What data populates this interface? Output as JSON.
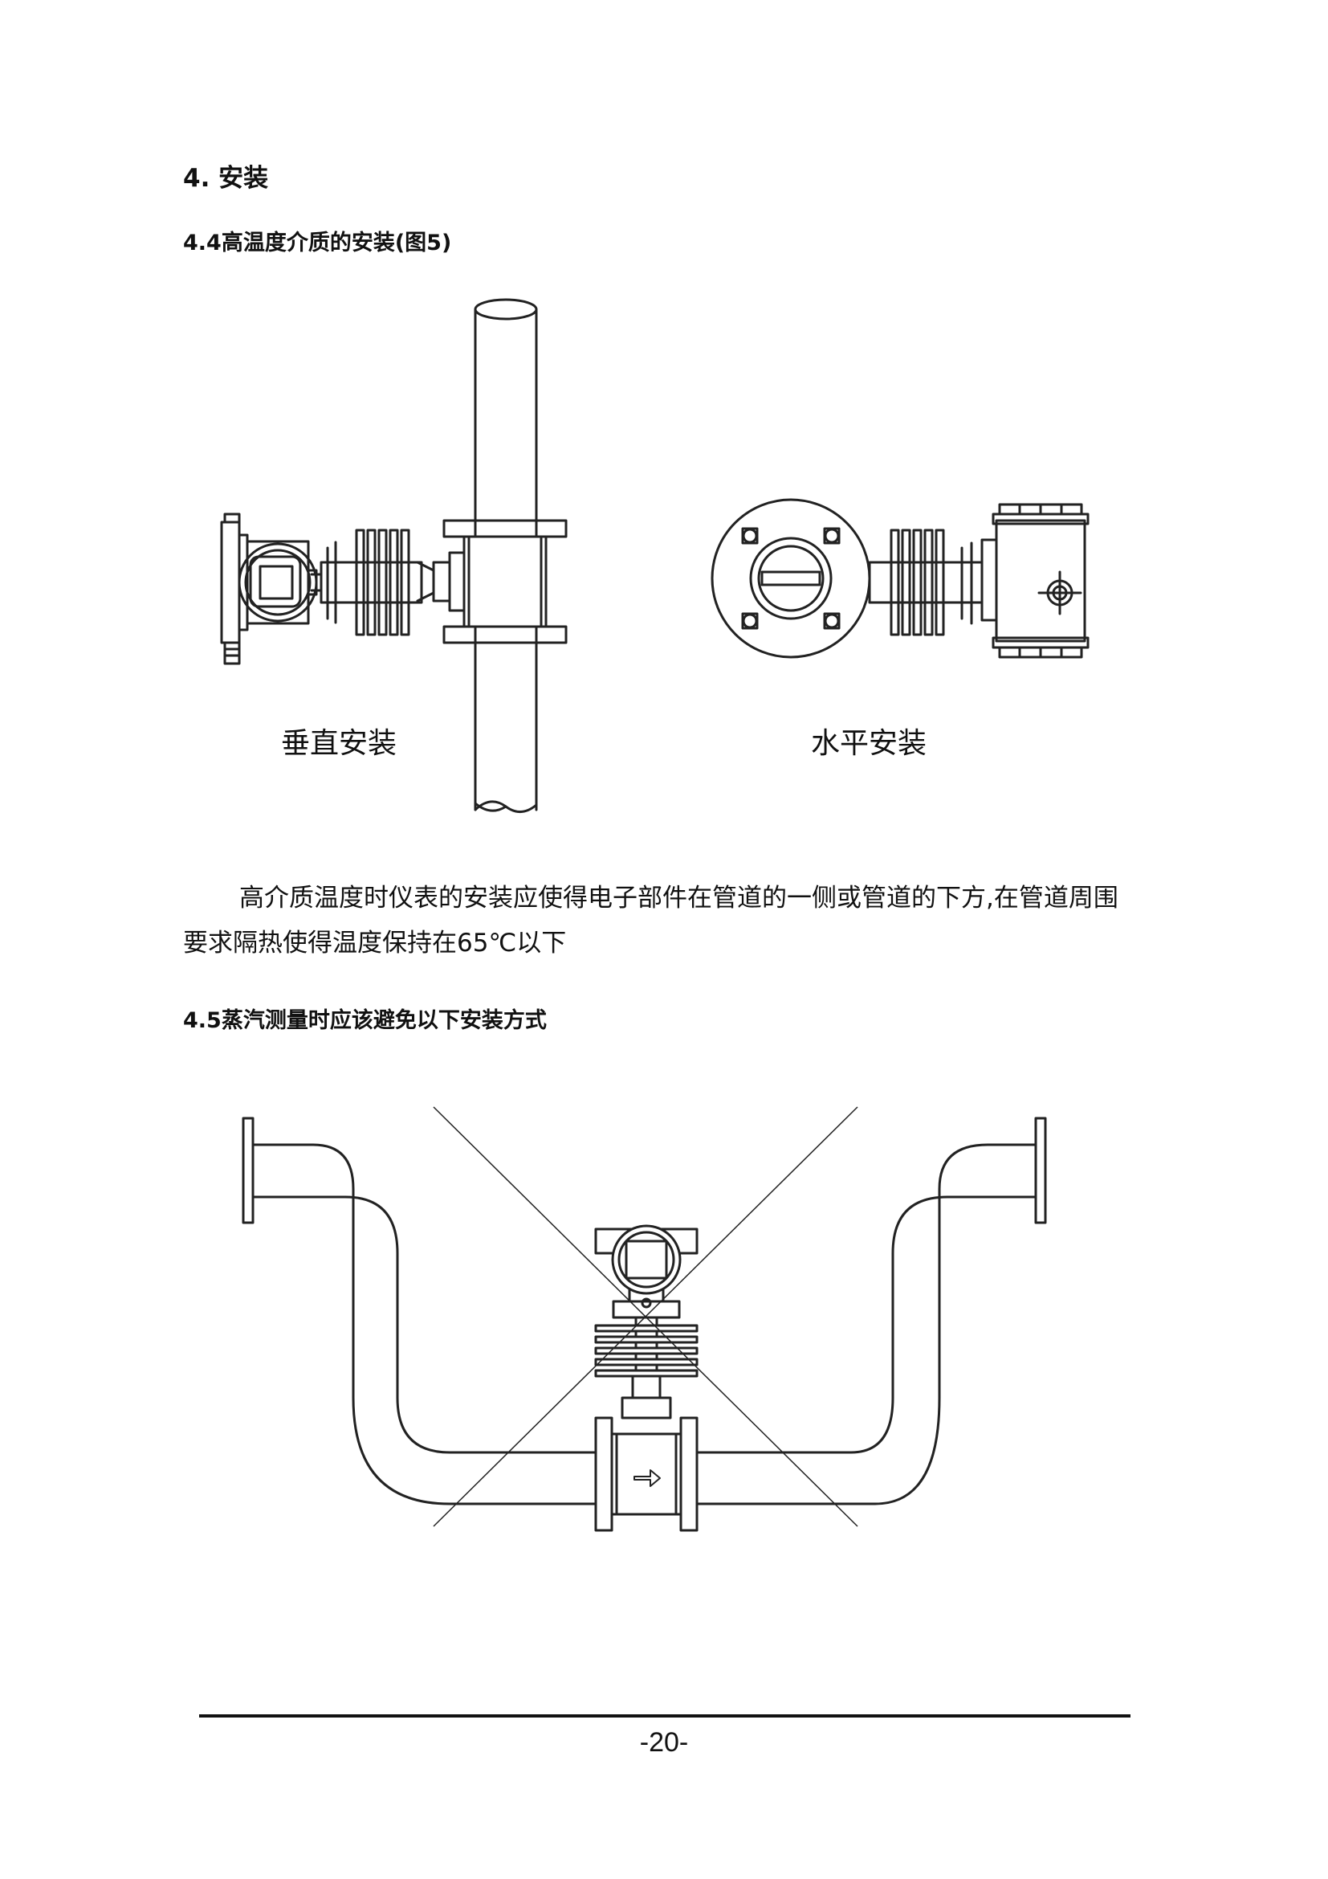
{
  "section_title": "4. 安装",
  "sub_4_4": "4.4高温度介质的安装(图5)",
  "figure1": {
    "label_vertical": "垂直安装",
    "label_horizontal": "水平安装"
  },
  "paragraph_4_4": "高介质温度时仪表的安装应使得电子部件在管道的一侧或管道的下方,在管道周围要求隔热使得温度保持在65℃以下",
  "sub_4_5": "4.5蒸汽测量时应该避免以下安装方式",
  "page_number": "-20-"
}
